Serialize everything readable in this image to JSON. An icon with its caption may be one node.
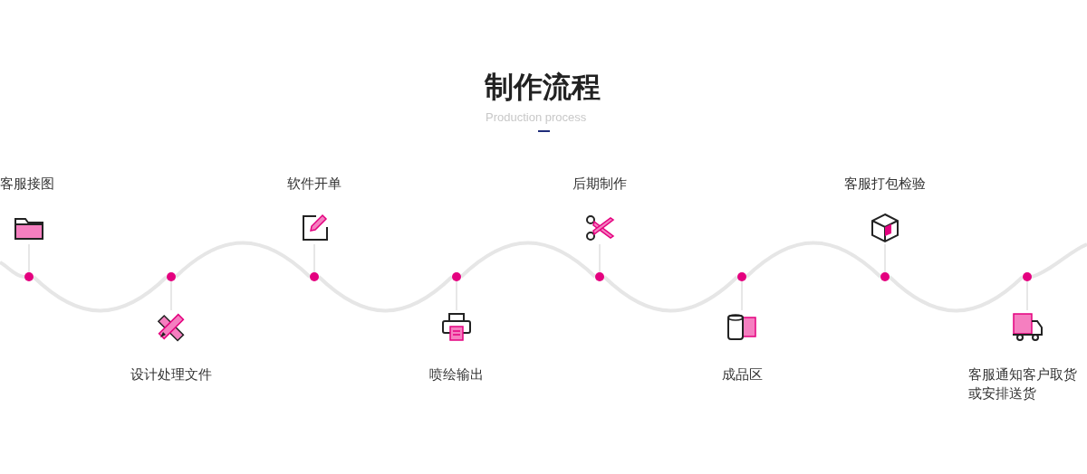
{
  "diagram": {
    "title": "制作流程",
    "nodes": [
      {
        "text": [
          "客服接图"
        ]
      },
      {
        "text": [
          "设计处理文件"
        ]
      },
      {
        "text": [
          "软件开单"
        ]
      },
      {
        "text": [
          "喷绘输出"
        ]
      },
      {
        "text": [
          "后期制作"
        ]
      },
      {
        "text": [
          "成品区"
        ]
      },
      {
        "text": [
          "客服打包检验"
        ]
      },
      {
        "text": [
          "客服通知客户取货或安排送货"
        ]
      },
      {
        "text": [],
        "shape": "circle"
      },
      {
        "text": [],
        "shape": "circle"
      },
      {
        "text": [],
        "shape": "circle"
      },
      {
        "text": [],
        "shape": "circle"
      },
      {
        "text": [],
        "shape": "circle"
      },
      {
        "text": [],
        "shape": "circle"
      },
      {
        "text": [],
        "shape": "circle"
      },
      {
        "text": [],
        "shape": "circle"
      }
    ],
    "edges": [
      {
        "from": null,
        "to": 8,
        "arrow": "none"
      },
      {
        "from": 8,
        "to": 9,
        "arrow": "none"
      },
      {
        "from": 9,
        "to": 10,
        "arrow": "none"
      },
      {
        "from": 10,
        "to": 11,
        "arrow": "none"
      },
      {
        "from": 11,
        "to": 12,
        "arrow": "none"
      },
      {
        "from": 12,
        "to": 13,
        "arrow": "none"
      },
      {
        "from": 13,
        "to": 14,
        "arrow": "none"
      },
      {
        "from": 14,
        "to": 15,
        "arrow": "none"
      },
      {
        "from": 15,
        "to": null,
        "arrow": "none"
      },
      {
        "from": 8,
        "to": 0,
        "arrow": "none"
      },
      {
        "from": 9,
        "to": 1,
        "arrow": "none"
      },
      {
        "from": 10,
        "to": 2,
        "arrow": "none"
      },
      {
        "from": 11,
        "to": 3,
        "arrow": "none"
      },
      {
        "from": 12,
        "to": 4,
        "arrow": "none"
      },
      {
        "from": 13,
        "to": 5,
        "arrow": "none"
      },
      {
        "from": 14,
        "to": 6,
        "arrow": "none"
      },
      {
        "from": 15,
        "to": 7,
        "arrow": "none"
      }
    ],
    "labels": [
      "Production process"
    ]
  }
}
